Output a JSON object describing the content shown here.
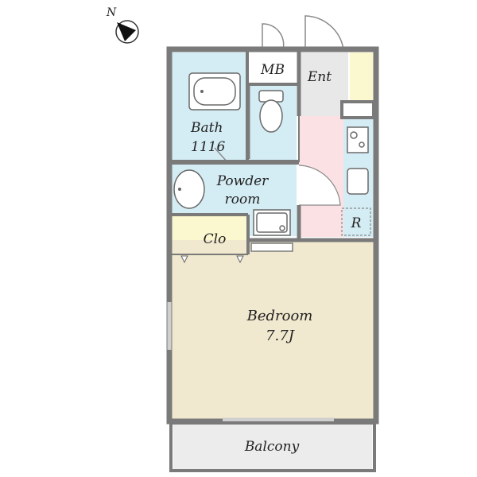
{
  "compass": {
    "label": "N"
  },
  "rooms": {
    "mb": "MB",
    "ent": "Ent",
    "bath": {
      "name": "Bath",
      "size": "1116"
    },
    "powder": {
      "line1": "Powder",
      "line2": "room"
    },
    "refrigerator": "R",
    "closet": "Clo",
    "bedroom": {
      "name": "Bedroom",
      "size": "7.7J"
    },
    "balcony": "Balcony"
  },
  "colors": {
    "wet_area": "#d4ecf3",
    "entrance": "#e8e8e8",
    "kitchen_floor": "#fbe1e4",
    "closet": "#fbf7cf",
    "bedroom": "#f1e9cf",
    "balcony": "#ececec",
    "wall": "#7a7a7a"
  }
}
